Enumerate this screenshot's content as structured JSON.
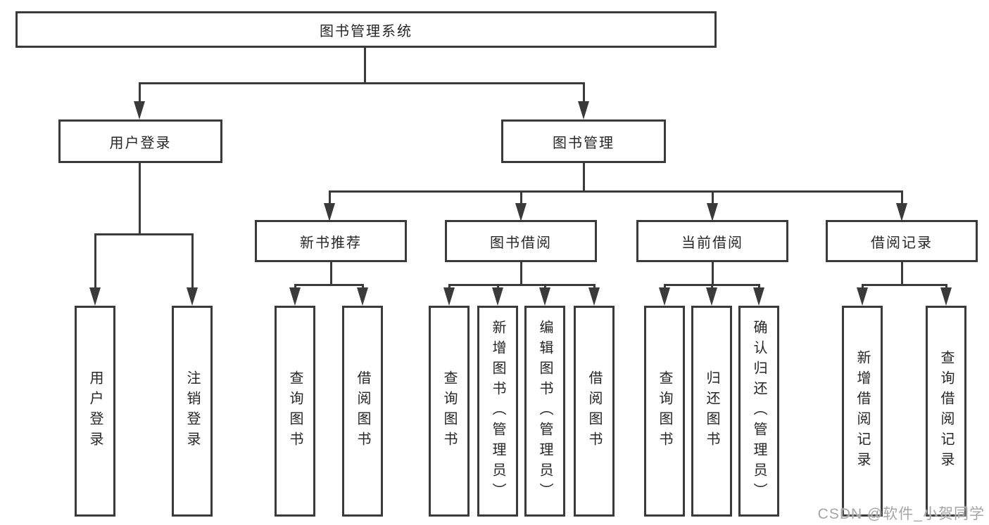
{
  "diagram": {
    "title": "图书管理系统",
    "nodes": {
      "root": "图书管理系统",
      "level2": [
        "用户登录",
        "图书管理"
      ],
      "level3": [
        "新书推荐",
        "图书借阅",
        "当前借阅",
        "借阅记录"
      ],
      "leaves_user_login": [
        "用户登录",
        "注销登录"
      ],
      "leaves_new_book": [
        "查询图书",
        "借阅图书"
      ],
      "leaves_book_borrow": [
        "查询图书",
        "新增图书（管理员）",
        "编辑图书（管理员）",
        "借阅图书"
      ],
      "leaves_current_borrow": [
        "查询图书",
        "归还图书",
        "确认归还（管理员）"
      ],
      "leaves_borrow_records": [
        "新增借阅记录",
        "查询借阅记录"
      ]
    },
    "colors": {
      "line": "#3a3a3a",
      "text": "#262626",
      "background": "#ffffff",
      "watermark": "#a5a5a5"
    }
  },
  "watermark": "CSDN @软件_小贺同学"
}
